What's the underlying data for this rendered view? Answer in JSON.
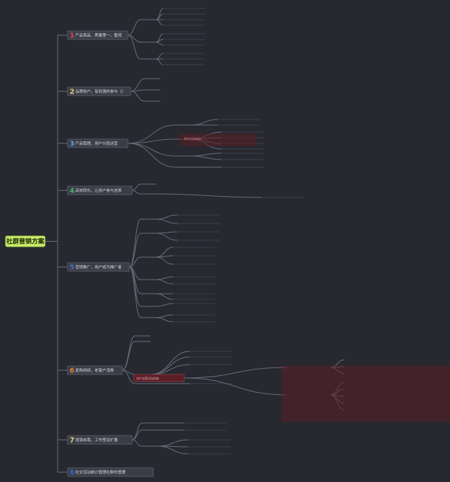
{
  "root": {
    "label": "社群营销方案"
  },
  "colors": {
    "background": "#272830",
    "root": "#c9ef6a",
    "n1": "#e04848",
    "n2": "#e8d070",
    "n3": "#5aa0e0",
    "n4": "#4fb070",
    "n5": "#4a70c0",
    "n6": "#e0803a",
    "n7": "#e8d070",
    "n8": "#3a5fc0"
  },
  "branches": [
    {
      "num": "1",
      "label": "产品真品、质量第一，重视"
    },
    {
      "num": "2",
      "label": "品牌用户，有较强的参与（）"
    },
    {
      "num": "3",
      "label": "产品管理，用户分层运营"
    },
    {
      "num": "4",
      "label": "高效转化，让用户参与进来"
    },
    {
      "num": "5",
      "label": "营销推广，用户成为推广者"
    },
    {
      "num": "6",
      "label": "复购持续，老客户消费"
    },
    {
      "num": "7",
      "label": "增强自我，工作室及扩展"
    },
    {
      "num": "8",
      "label": "社交活动统计管理社群的管理"
    }
  ],
  "highlight": {
    "label": "群内活跃核心"
  },
  "sub_box": {
    "label": "用户运营活动总结"
  }
}
